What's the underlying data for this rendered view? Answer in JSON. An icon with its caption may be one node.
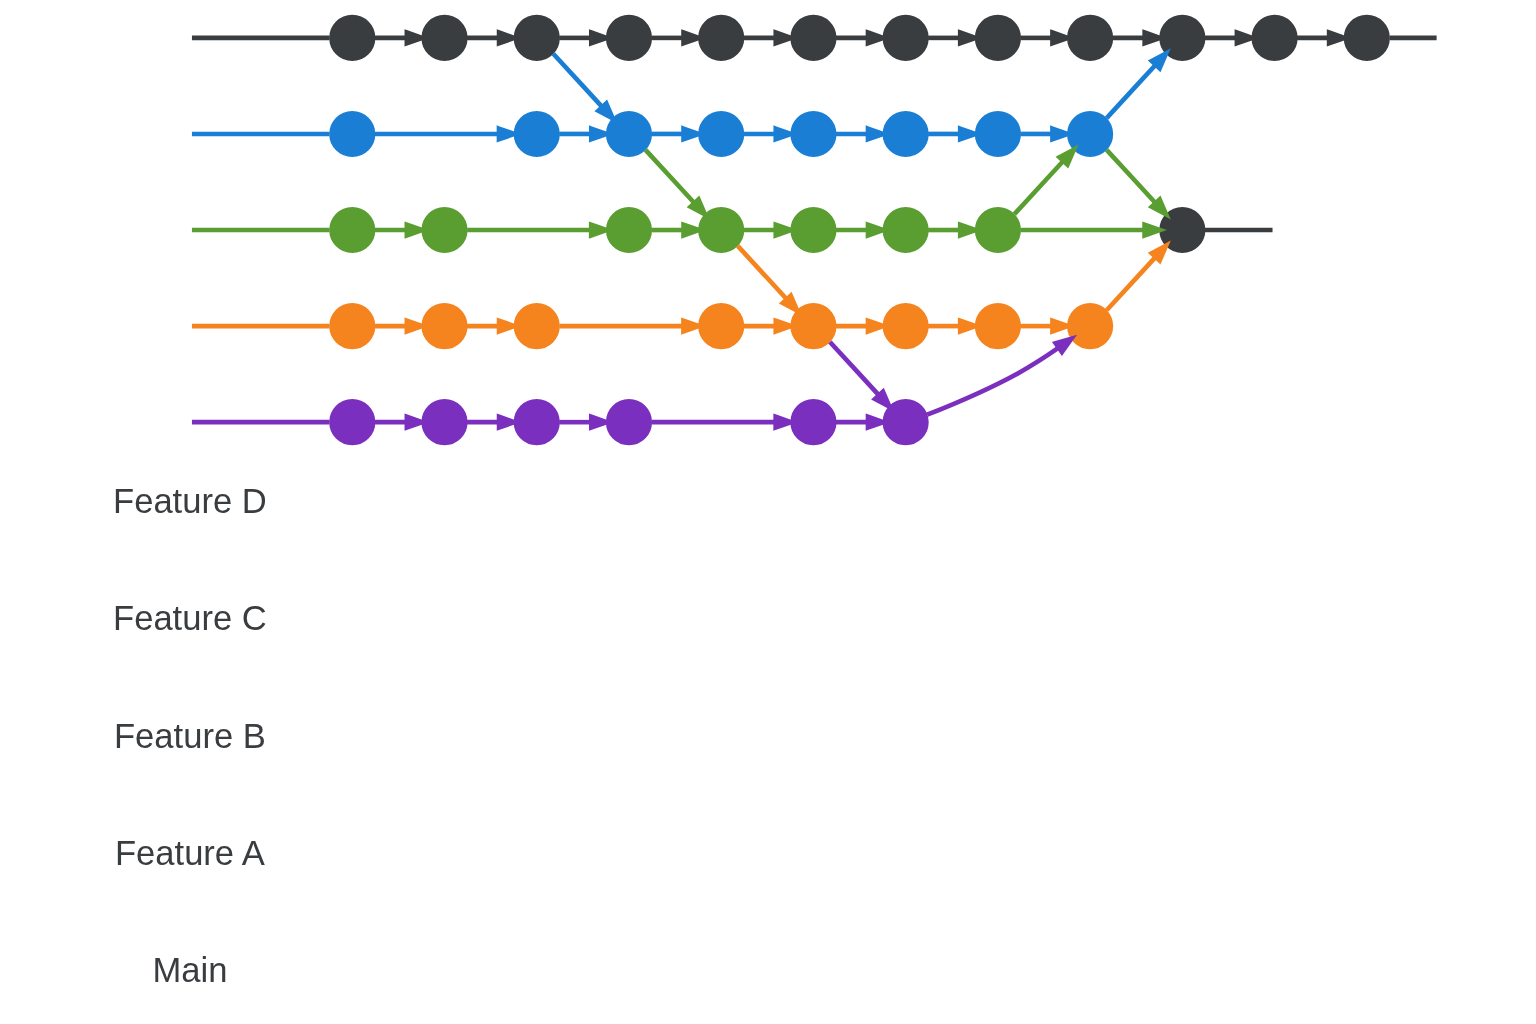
{
  "diagram": {
    "nodes": [
      {
        "text": [],
        "shape": "circle"
      },
      {
        "text": [],
        "shape": "circle"
      },
      {
        "text": [],
        "shape": "circle"
      },
      {
        "text": [],
        "shape": "circle"
      },
      {
        "text": [],
        "shape": "circle"
      },
      {
        "text": [],
        "shape": "circle"
      },
      {
        "text": [],
        "shape": "circle"
      },
      {
        "text": [],
        "shape": "circle"
      },
      {
        "text": [],
        "shape": "circle"
      },
      {
        "text": [],
        "shape": "circle"
      },
      {
        "text": [],
        "shape": "circle"
      },
      {
        "text": [],
        "shape": "circle"
      },
      {
        "text": [],
        "shape": "circle"
      },
      {
        "text": [],
        "shape": "circle"
      },
      {
        "text": [],
        "shape": "circle"
      },
      {
        "text": [],
        "shape": "circle"
      },
      {
        "text": [],
        "shape": "circle"
      },
      {
        "text": [],
        "shape": "circle"
      },
      {
        "text": [],
        "shape": "circle"
      },
      {
        "text": [],
        "shape": "circle"
      },
      {
        "text": [],
        "shape": "circle"
      },
      {
        "text": [],
        "shape": "circle"
      },
      {
        "text": [],
        "shape": "circle"
      },
      {
        "text": [],
        "shape": "circle"
      },
      {
        "text": [],
        "shape": "circle"
      },
      {
        "text": [],
        "shape": "circle"
      },
      {
        "text": [],
        "shape": "circle"
      },
      {
        "text": [],
        "shape": "circle"
      },
      {
        "text": [],
        "shape": "circle"
      },
      {
        "text": [],
        "shape": "circle"
      },
      {
        "text": [],
        "shape": "circle"
      },
      {
        "text": [],
        "shape": "circle"
      },
      {
        "text": [],
        "shape": "circle"
      },
      {
        "text": [],
        "shape": "circle"
      },
      {
        "text": [],
        "shape": "circle"
      },
      {
        "text": [],
        "shape": "circle"
      },
      {
        "text": [],
        "shape": "circle"
      },
      {
        "text": [],
        "shape": "circle"
      },
      {
        "text": [],
        "shape": "circle"
      },
      {
        "text": [],
        "shape": "circle"
      },
      {
        "text": [],
        "shape": "circle"
      },
      {
        "text": [],
        "shape": "circle"
      }
    ],
    "edges": [
      {
        "from": null,
        "to": 0,
        "arrow": "none"
      },
      {
        "from": 0,
        "to": 1,
        "arrow": "to"
      },
      {
        "from": 1,
        "to": 2,
        "arrow": "to"
      },
      {
        "from": 2,
        "to": 3,
        "arrow": "to"
      },
      {
        "from": 3,
        "to": 4,
        "arrow": "to"
      },
      {
        "from": 4,
        "to": 5,
        "arrow": "to"
      },
      {
        "from": 5,
        "to": 6,
        "arrow": "to"
      },
      {
        "from": 6,
        "to": 7,
        "arrow": "to"
      },
      {
        "from": 7,
        "to": 8,
        "arrow": "to"
      },
      {
        "from": 8,
        "to": 9,
        "arrow": "to"
      },
      {
        "from": 9,
        "to": 10,
        "arrow": "to"
      },
      {
        "from": 10,
        "to": 11,
        "arrow": "to"
      },
      {
        "from": 11,
        "to": null,
        "arrow": "none"
      },
      {
        "from": null,
        "to": 12,
        "arrow": "none",
        "color": "#1a7fd4"
      },
      {
        "from": 12,
        "to": 13,
        "arrow": "to",
        "color": "#1a7fd4"
      },
      {
        "from": 13,
        "to": 14,
        "arrow": "to",
        "color": "#1a7fd4"
      },
      {
        "from": 2,
        "to": 14,
        "arrow": "to",
        "color": "#1a7fd4"
      },
      {
        "from": 14,
        "to": 15,
        "arrow": "to",
        "color": "#1a7fd4"
      },
      {
        "from": 15,
        "to": 16,
        "arrow": "to",
        "color": "#1a7fd4"
      },
      {
        "from": 16,
        "to": 17,
        "arrow": "to",
        "color": "#1a7fd4"
      },
      {
        "from": 17,
        "to": 18,
        "arrow": "to",
        "color": "#1a7fd4"
      },
      {
        "from": 18,
        "to": 19,
        "arrow": "to",
        "color": "#1a7fd4"
      },
      {
        "from": 19,
        "to": 9,
        "arrow": "to",
        "color": "#1a7fd4"
      },
      {
        "from": null,
        "to": 20,
        "arrow": "none",
        "color": "#5a9e32"
      },
      {
        "from": 20,
        "to": 21,
        "arrow": "to",
        "color": "#5a9e32"
      },
      {
        "from": 21,
        "to": 22,
        "arrow": "to",
        "color": "#5a9e32"
      },
      {
        "from": 22,
        "to": 23,
        "arrow": "to",
        "color": "#5a9e32"
      },
      {
        "from": 14,
        "to": 23,
        "arrow": "to",
        "color": "#5a9e32"
      },
      {
        "from": 23,
        "to": 24,
        "arrow": "to",
        "color": "#5a9e32"
      },
      {
        "from": 24,
        "to": 25,
        "arrow": "to",
        "color": "#5a9e32"
      },
      {
        "from": 25,
        "to": 26,
        "arrow": "to",
        "color": "#5a9e32"
      },
      {
        "from": 26,
        "to": 27,
        "arrow": "to",
        "color": "#5a9e32"
      },
      {
        "from": 26,
        "to": 19,
        "arrow": "to",
        "color": "#5a9e32"
      },
      {
        "from": 19,
        "to": 27,
        "arrow": "to",
        "color": "#5a9e32"
      },
      {
        "from": 27,
        "to": null,
        "arrow": "none"
      },
      {
        "from": null,
        "to": 28,
        "arrow": "none",
        "color": "#f5841f"
      },
      {
        "from": 28,
        "to": 29,
        "arrow": "to",
        "color": "#f5841f"
      },
      {
        "from": 29,
        "to": 30,
        "arrow": "to",
        "color": "#f5841f"
      },
      {
        "from": 30,
        "to": 31,
        "arrow": "to",
        "color": "#f5841f"
      },
      {
        "from": 31,
        "to": 32,
        "arrow": "to",
        "color": "#f5841f"
      },
      {
        "from": 23,
        "to": 32,
        "arrow": "to",
        "color": "#f5841f"
      },
      {
        "from": 32,
        "to": 33,
        "arrow": "to",
        "color": "#f5841f"
      },
      {
        "from": 33,
        "to": 34,
        "arrow": "to",
        "color": "#f5841f"
      },
      {
        "from": 34,
        "to": 35,
        "arrow": "to",
        "color": "#f5841f"
      },
      {
        "from": 35,
        "to": 27,
        "arrow": "to",
        "color": "#f5841f"
      },
      {
        "from": null,
        "to": 36,
        "arrow": "none",
        "color": "#7b2fbe"
      },
      {
        "from": 36,
        "to": 37,
        "arrow": "to",
        "color": "#7b2fbe"
      },
      {
        "from": 37,
        "to": 38,
        "arrow": "to",
        "color": "#7b2fbe"
      },
      {
        "from": 38,
        "to": 39,
        "arrow": "to",
        "color": "#7b2fbe"
      },
      {
        "from": 39,
        "to": 40,
        "arrow": "to",
        "color": "#7b2fbe"
      },
      {
        "from": 40,
        "to": 41,
        "arrow": "to",
        "color": "#7b2fbe"
      },
      {
        "from": 32,
        "to": 41,
        "arrow": "to",
        "color": "#7b2fbe"
      },
      {
        "from": 41,
        "to": 35,
        "arrow": "to",
        "color": "#7b2fbe"
      }
    ],
    "labels": [
      "Main",
      "Feature A",
      "Feature B",
      "Feature C",
      "Feature D"
    ]
  }
}
